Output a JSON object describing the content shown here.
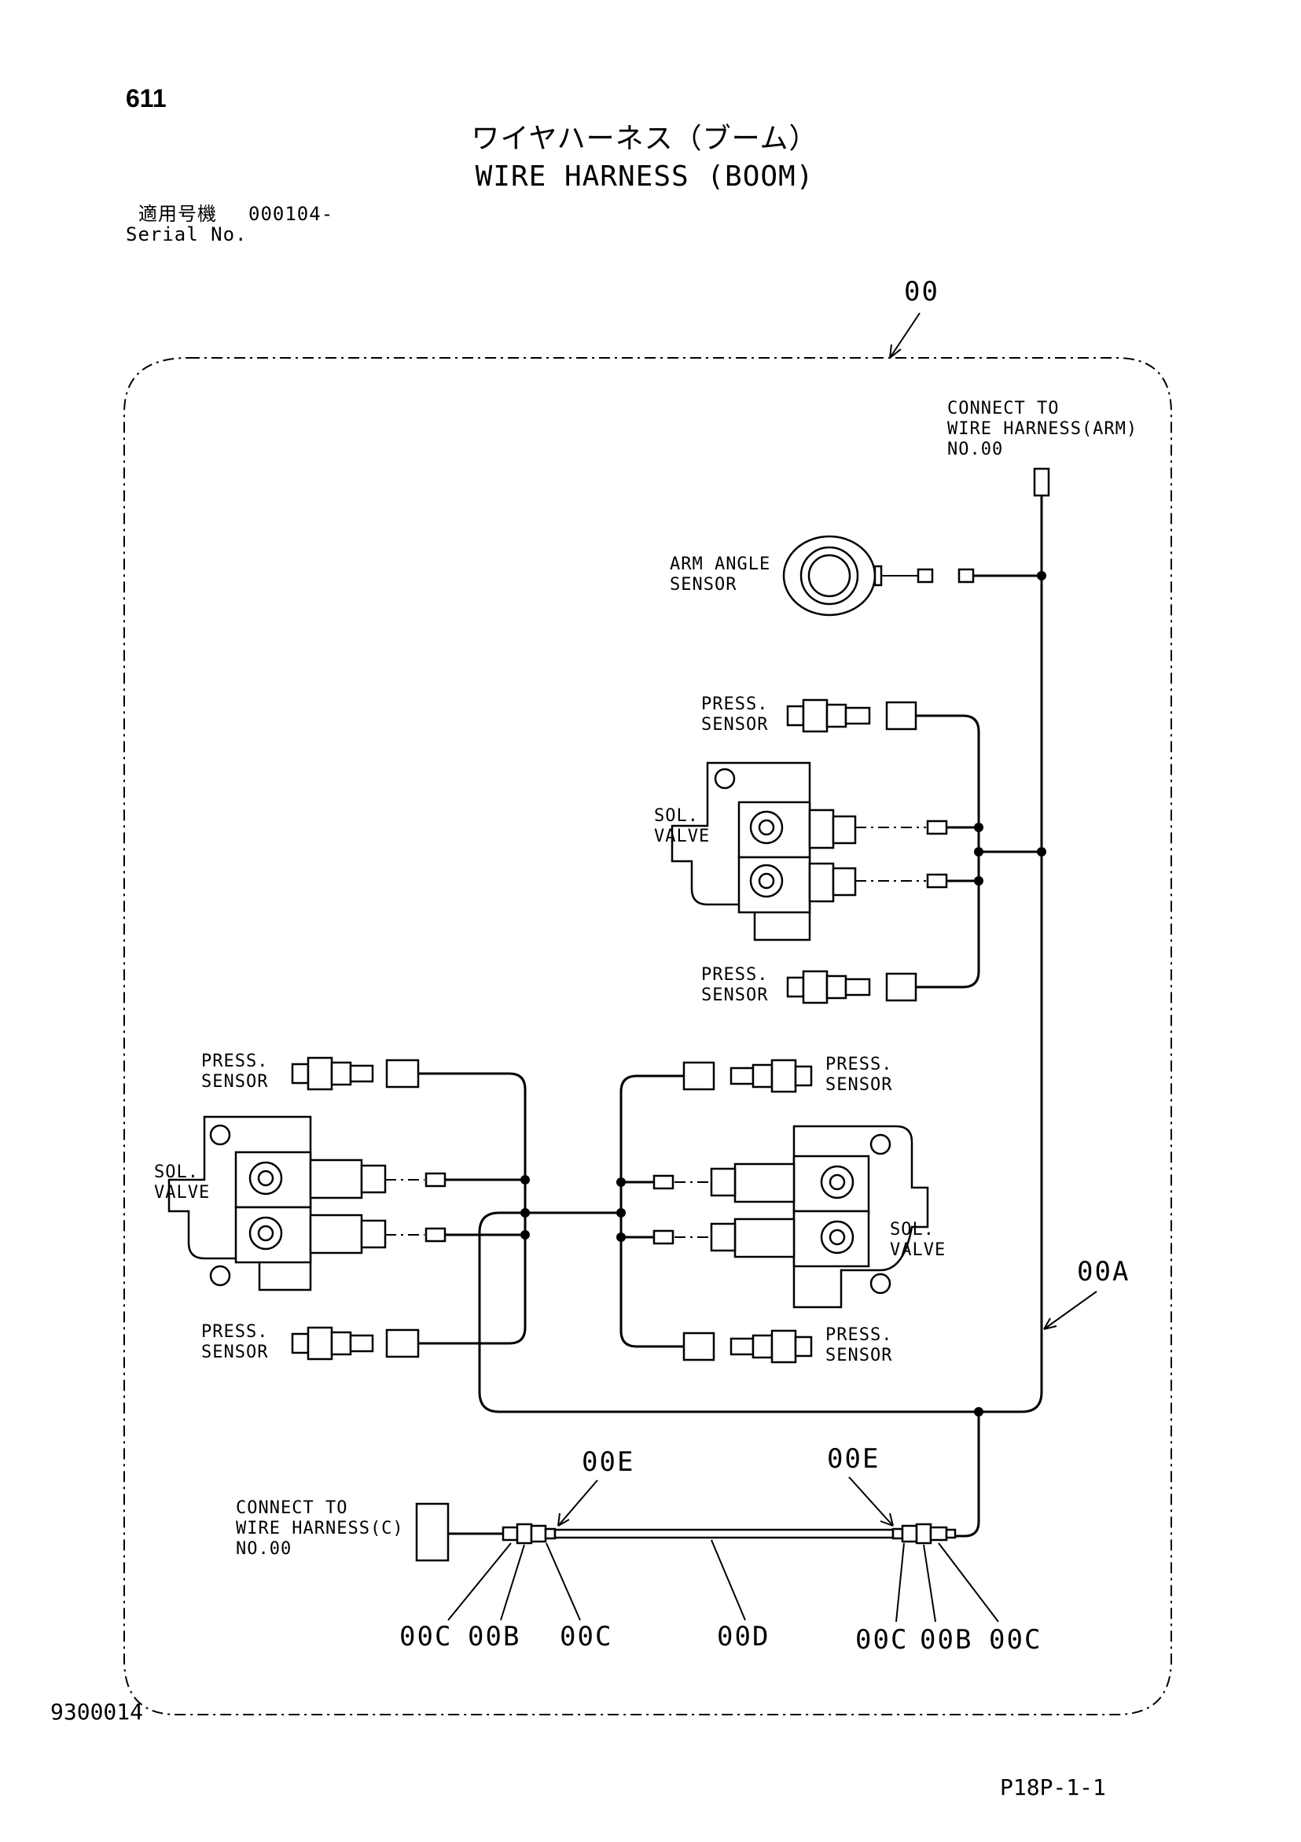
{
  "header": {
    "page_number": "611",
    "title_jp": "ワイヤハーネス（ブーム）",
    "title_en": "WIRE HARNESS (BOOM)",
    "serial_jp": "適用号機",
    "serial_value": "000104-",
    "serial_en": "Serial No."
  },
  "labels": {
    "connect_arm_1": "CONNECT TO",
    "connect_arm_2": "WIRE HARNESS(ARM)",
    "connect_arm_3": "NO.00",
    "arm_angle_1": "ARM ANGLE",
    "arm_angle_2": "SENSOR",
    "press": "PRESS.",
    "sensor": "SENSOR",
    "sol": "SOL.",
    "valve": "VALVE",
    "connect_c_1": "CONNECT TO",
    "connect_c_2": "WIRE HARNESS(C)",
    "connect_c_3": "NO.00"
  },
  "refs": {
    "r00": "00",
    "r00A": "00A",
    "r00B": "00B",
    "r00C": "00C",
    "r00D": "00D",
    "r00E": "00E"
  },
  "footer": {
    "left_code": "9300014",
    "right_code": "P18P-1-1"
  }
}
